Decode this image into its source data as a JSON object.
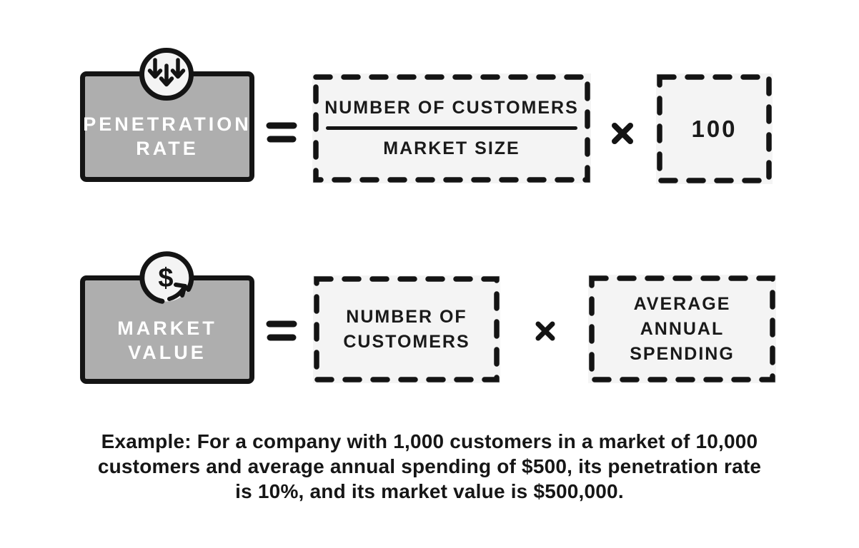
{
  "diagram_type": "marketing-formulas-infographic",
  "colors": {
    "background": "#ffffff",
    "term_box_fill": "#aeaeae",
    "term_box_text": "#ffffff",
    "dashed_box_fill": "#f4f4f4",
    "stroke": "#141414",
    "body_text": "#161616"
  },
  "penetration_rate": {
    "term_line1": "PENETRATION",
    "term_line2": "RATE",
    "icon": "triple-down-arrows-icon",
    "equals": "=",
    "numerator": "NUMBER OF CUSTOMERS",
    "denominator": "MARKET SIZE",
    "operator": "×",
    "multiplier": "100"
  },
  "market_value": {
    "term_line1": "MARKET",
    "term_line2": "VALUE",
    "icon": "dollar-cycle-icon",
    "equals": "=",
    "factor1_line1": "NUMBER OF",
    "factor1_line2": "CUSTOMERS",
    "operator": "×",
    "factor2_line1": "AVERAGE",
    "factor2_line2": "ANNUAL",
    "factor2_line3": "SPENDING"
  },
  "example": {
    "line1": "Example: For a company with 1,000 customers in a market of 10,000",
    "line2": "customers and average annual spending of $500, its penetration rate",
    "line3": "is 10%, and its market value is $500,000."
  }
}
